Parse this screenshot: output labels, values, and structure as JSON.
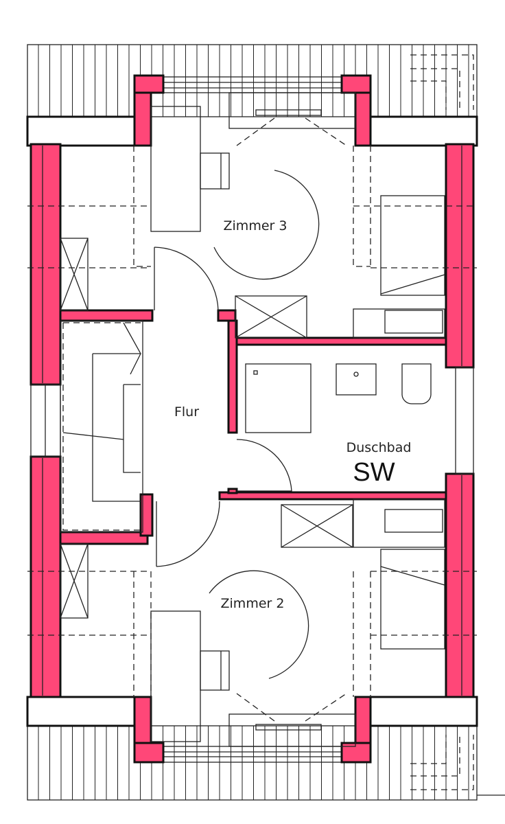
{
  "rooms": {
    "zimmer3": "Zimmer  3",
    "flur": "Flur",
    "duschbad": "Duschbad",
    "duschbad_tag": "SW",
    "zimmer2": "Zimmer  2"
  },
  "colors": {
    "wall_fill": "#ff4778",
    "line": "#111111"
  }
}
